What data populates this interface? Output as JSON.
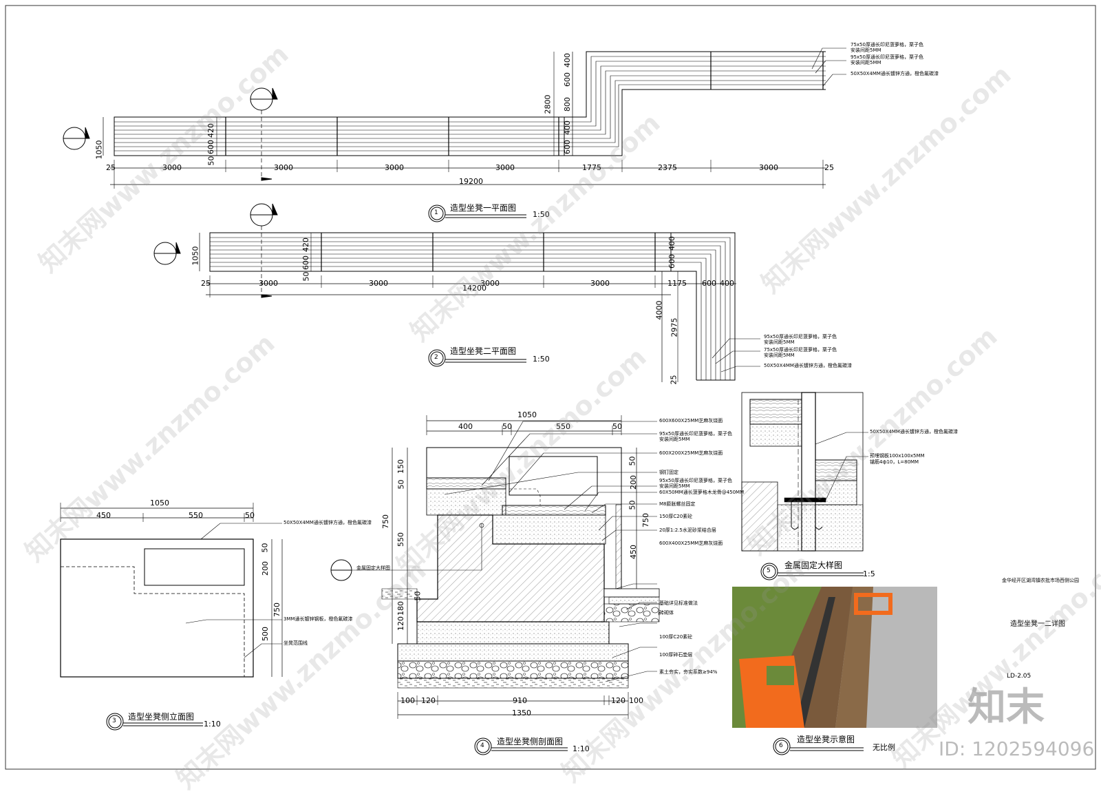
{
  "plan1": {
    "title": "造型坐凳一平面图",
    "scale": "1:50",
    "number": "1",
    "dims_bottom": [
      "25",
      "3000",
      "3000",
      "3000",
      "3000",
      "1775",
      "2375",
      "3000",
      "25"
    ],
    "total": "19200",
    "dims_side": [
      "1050",
      "420",
      "600",
      "50"
    ],
    "dims_vertical": [
      "400",
      "600",
      "800",
      "400",
      "600",
      "2800"
    ],
    "notes": [
      "75x50厚通长印尼菠萝格，栗子色",
      "安装间距5MM",
      "95x50厚通长印尼菠萝格，栗子色",
      "安装间距5MM",
      "50X50X4MM通长镀锌方通，橙色氟碳漆"
    ]
  },
  "plan2": {
    "title": "造型坐凳二平面图",
    "scale": "1:50",
    "number": "2",
    "dims_bottom": [
      "25",
      "3000",
      "3000",
      "3000",
      "3000",
      "1175",
      "600",
      "400"
    ],
    "total": "14200",
    "dims_side": [
      "1050",
      "420",
      "600",
      "50"
    ],
    "dims_vertical": [
      "4000",
      "2975",
      "25",
      "400",
      "600"
    ],
    "notes": [
      "95x50厚通长印尼菠萝格，栗子色",
      "安装间距5MM",
      "75x50厚通长印尼菠萝格，栗子色",
      "安装间距5MM",
      "50X50X4MM通长镀锌方通，橙色氟碳漆"
    ]
  },
  "elevation": {
    "title": "造型坐凳侧立面图",
    "scale": "1:10",
    "number": "3",
    "dims_top": [
      "1050",
      "450",
      "550",
      "50"
    ],
    "dims_side": [
      "50",
      "200",
      "750",
      "500"
    ],
    "notes": [
      "50X50X4MM通长镀锌方通，橙色氟碳漆",
      "3MM通长镀锌钢板，橙色氟碳漆",
      "坐凳范围线"
    ]
  },
  "section": {
    "title": "造型坐凳侧剖面图",
    "scale": "1:10",
    "number": "4",
    "dims_top": [
      "1050",
      "400",
      "50",
      "550",
      "50"
    ],
    "dims_left": [
      "150",
      "50",
      "550",
      "750",
      "50",
      "180",
      "120"
    ],
    "dims_right": [
      "50",
      "200",
      "50",
      "750",
      "450"
    ],
    "dims_bottom": [
      "100",
      "120",
      "910",
      "120",
      "100",
      "1350"
    ],
    "notes": [
      "600X600X25MM芝麻灰烧面",
      "95x50厚通长印尼菠萝格，栗子色",
      "安装间距5MM",
      "600X200X25MM芝麻灰烧面",
      "钢钉固定",
      "95x50厚通长印尼菠萝格，栗子色",
      "安装间距5MM",
      "60X50MM通长菠萝格木龙骨@450MM",
      "M8膨胀螺丝固定",
      "150厚C20素砼",
      "20厚1:2.5水泥砂浆结合层",
      "600X400X25MM芝麻灰烧面",
      "基础详见标准做法",
      "砖砌体",
      "100厚C20素砼",
      "100厚碎石垫层",
      "素土夯实，夯实系数≥94%"
    ],
    "callout": "金属固定大样图"
  },
  "detail": {
    "title": "金属固定大样图",
    "scale": "1:5",
    "number": "5",
    "notes": [
      "50X50X4MM通长镀锌方通，橙色氟碳漆",
      "预埋钢板100x100x5MM",
      "锚筋4ф10，L=80MM"
    ]
  },
  "render": {
    "title": "造型坐凳示意图",
    "scale": "无比例",
    "number": "6"
  },
  "titleblock": {
    "project": "金华经开区湖湾镇农批市场西侧公园",
    "drawing": "造型坐凳一二详图",
    "code": "LD-2.05"
  },
  "brand": {
    "logo": "知末",
    "id": "ID: 1202594096",
    "watermark": "知末网www.znzmo.com"
  },
  "colors": {
    "accent": "#f26b1d",
    "wood": "#7a5a3c",
    "grass": "#6b8a3a",
    "pave": "#b9b9b9"
  }
}
